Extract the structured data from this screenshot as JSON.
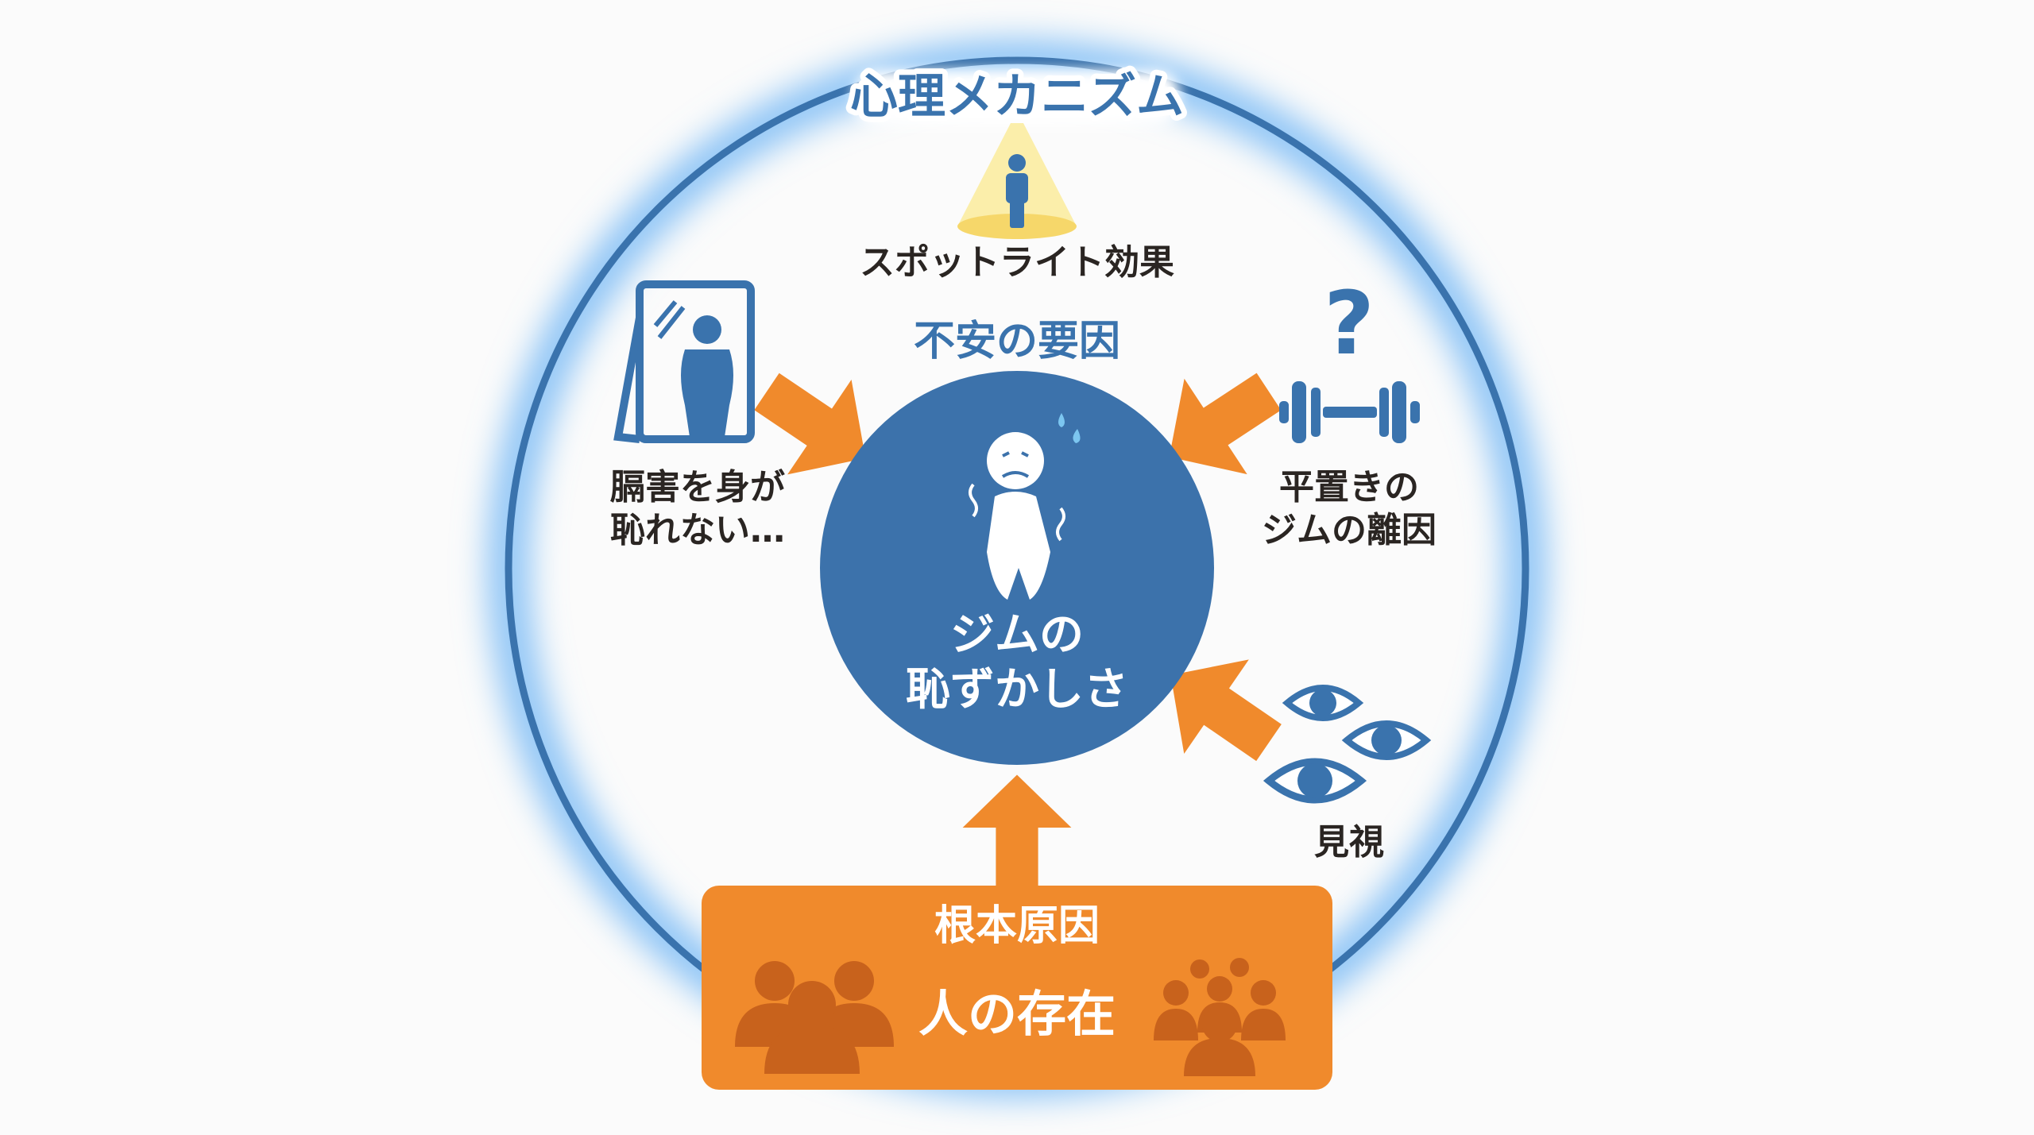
{
  "title": "心理メカニズム",
  "spotlight": {
    "icon": "spotlight-person-icon",
    "label": "スポットライト効果"
  },
  "anxiety_header": "不安の要因",
  "center": {
    "line1": "ジムの",
    "line2": "恥ずかしさ",
    "icon": "nervous-person-icon"
  },
  "left_factor": {
    "icon": "mirror-icon",
    "line1": "膈害を身が",
    "line2": "恥れない…"
  },
  "right_factor": {
    "icon": "question-dumbbell-icon",
    "line1": "平置きの",
    "line2": "ジムの離因"
  },
  "eyes_factor": {
    "icon": "eyes-icon",
    "label": "見視"
  },
  "root": {
    "title": "根本原因",
    "label": "人の存在",
    "icons": [
      "people-group-icon",
      "crowd-icon"
    ]
  },
  "colors": {
    "blue": "#3a73ad",
    "orange": "#f08a2c",
    "dark_orange": "#c8621c",
    "spot_yellow": "#f6d76a"
  }
}
